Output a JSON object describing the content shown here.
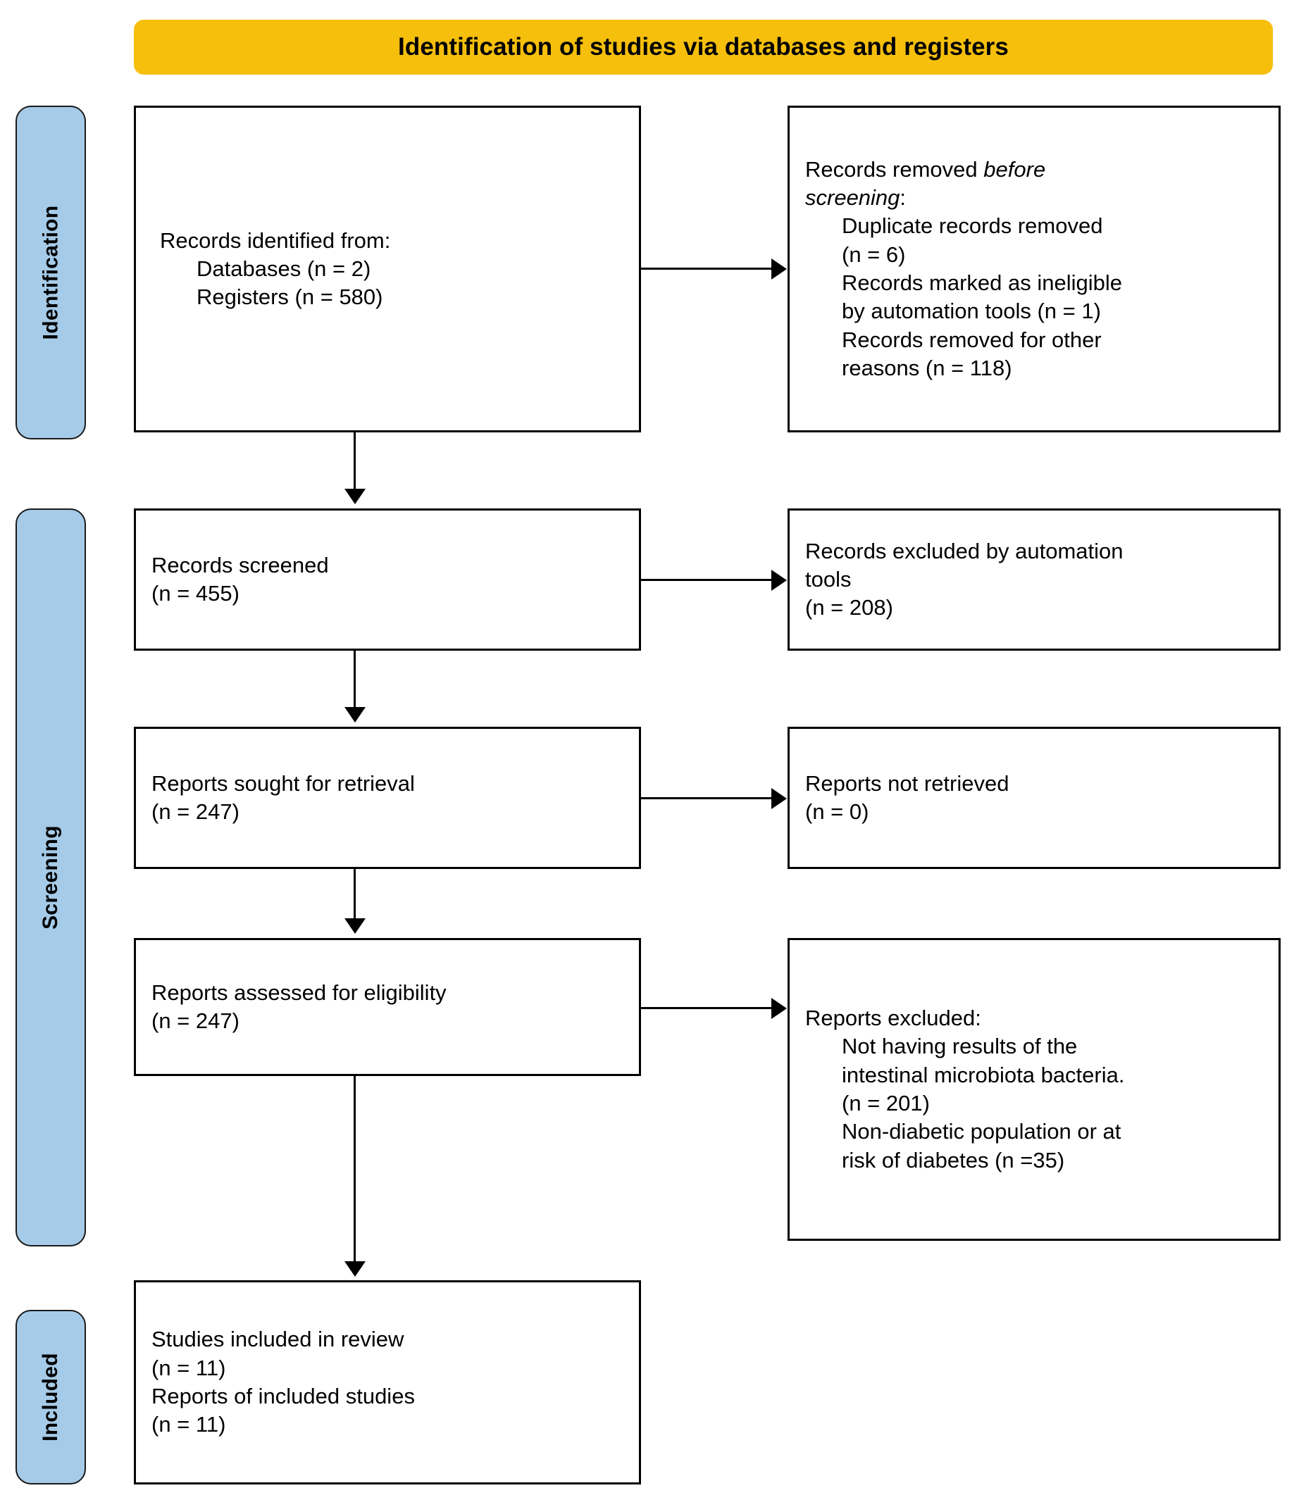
{
  "header": {
    "title": "Identification of studies via databases and registers",
    "background_color": "#F5BF0C"
  },
  "stages": [
    {
      "id": "identification",
      "label": "Identification",
      "background_color": "#A6CBE8"
    },
    {
      "id": "screening",
      "label": "Screening",
      "background_color": "#A6CBE8"
    },
    {
      "id": "included",
      "label": "Included",
      "background_color": "#A6CBE8"
    }
  ],
  "boxes": {
    "records_identified": {
      "line1": "Records identified from:",
      "line2": "Databases (n = 2)",
      "line3": "Registers (n = 580)"
    },
    "records_removed": {
      "line1a": "Records removed ",
      "line1b": "before",
      "line2a": "screening",
      "line2b": ":",
      "line3": "Duplicate records removed",
      "line4": "(n = 6)",
      "line5": "Records marked as ineligible",
      "line6": "by automation tools (n = 1)",
      "line7": "Records removed for other",
      "line8": "reasons (n = 118)"
    },
    "records_screened": {
      "line1": "Records screened",
      "line2": "(n = 455)"
    },
    "records_excluded": {
      "line1": "Records excluded by automation",
      "line2": "tools",
      "line3": "(n = 208)"
    },
    "reports_sought": {
      "line1": "Reports sought for retrieval",
      "line2": "(n = 247)"
    },
    "reports_not_retrieved": {
      "line1": "Reports not retrieved",
      "line2": "(n = 0)"
    },
    "reports_assessed": {
      "line1": "Reports assessed for eligibility",
      "line2": "(n = 247)"
    },
    "reports_excluded": {
      "line1": "Reports excluded:",
      "line2": "Not having results of the",
      "line3": "intestinal microbiota bacteria.",
      "line4": "(n = 201)",
      "line5": "Non-diabetic population or at",
      "line6": "risk of diabetes (n =35)"
    },
    "studies_included": {
      "line1": "Studies included in review",
      "line2": "(n = 11)",
      "line3": "Reports of included studies",
      "line4": "(n = 11)"
    }
  },
  "chart_data": {
    "type": "diagram",
    "title": "Identification of studies via databases and registers",
    "flow": [
      {
        "stage": "Identification",
        "node": "Records identified from databases",
        "n": 2
      },
      {
        "stage": "Identification",
        "node": "Records identified from registers",
        "n": 580
      },
      {
        "stage": "Identification",
        "node": "Duplicate records removed",
        "n": 6
      },
      {
        "stage": "Identification",
        "node": "Records marked as ineligible by automation tools",
        "n": 1
      },
      {
        "stage": "Identification",
        "node": "Records removed for other reasons",
        "n": 118
      },
      {
        "stage": "Screening",
        "node": "Records screened",
        "n": 455
      },
      {
        "stage": "Screening",
        "node": "Records excluded by automation tools",
        "n": 208
      },
      {
        "stage": "Screening",
        "node": "Reports sought for retrieval",
        "n": 247
      },
      {
        "stage": "Screening",
        "node": "Reports not retrieved",
        "n": 0
      },
      {
        "stage": "Screening",
        "node": "Reports assessed for eligibility",
        "n": 247
      },
      {
        "stage": "Screening",
        "node": "Reports excluded: Not having results of the intestinal microbiota bacteria.",
        "n": 201
      },
      {
        "stage": "Screening",
        "node": "Reports excluded: Non-diabetic population or at risk of diabetes",
        "n": 35
      },
      {
        "stage": "Included",
        "node": "Studies included in review",
        "n": 11
      },
      {
        "stage": "Included",
        "node": "Reports of included studies",
        "n": 11
      }
    ]
  }
}
